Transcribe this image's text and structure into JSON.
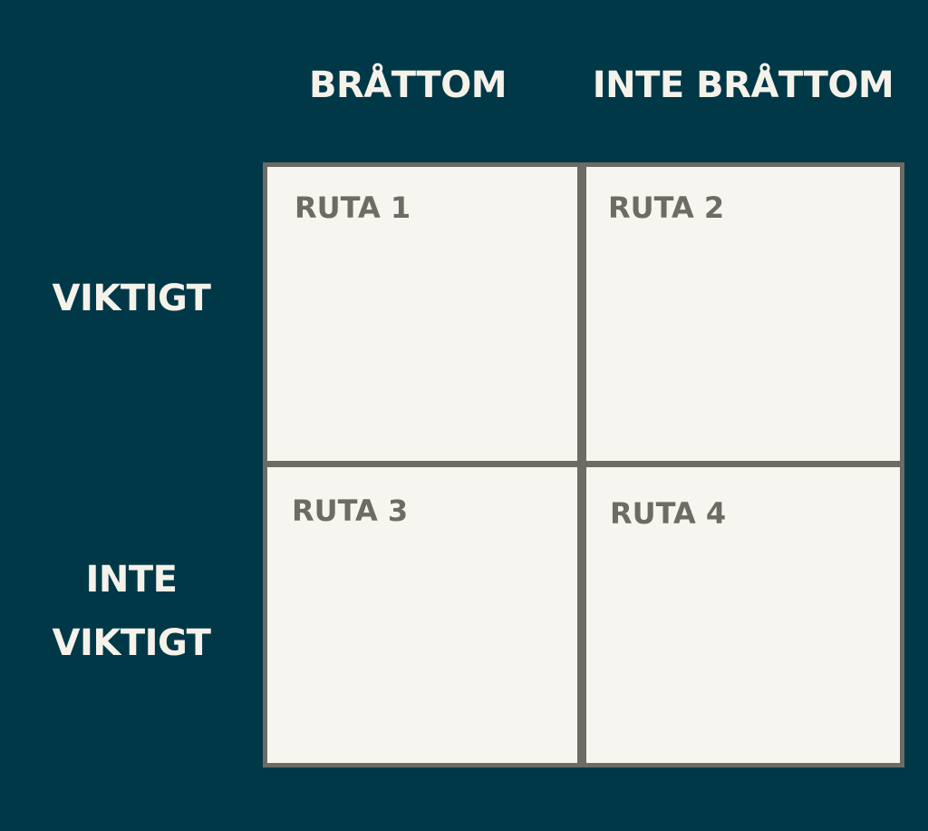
{
  "columns": [
    "BRÅTTOM",
    "INTE BRÅTTOM"
  ],
  "rows": [
    {
      "lines": [
        "VIKTIGT"
      ]
    },
    {
      "lines": [
        "INTE",
        "VIKTIGT"
      ]
    }
  ],
  "cells": [
    {
      "label": "RUTA 1"
    },
    {
      "label": "RUTA 2"
    },
    {
      "label": "RUTA 3"
    },
    {
      "label": "RUTA 4"
    }
  ],
  "colors": {
    "background": "#013848",
    "header_text": "#f5f2ea",
    "cell_fill": "#f6f5ef",
    "cell_border": "#6c6b64",
    "cell_label": "#6d6b64"
  }
}
